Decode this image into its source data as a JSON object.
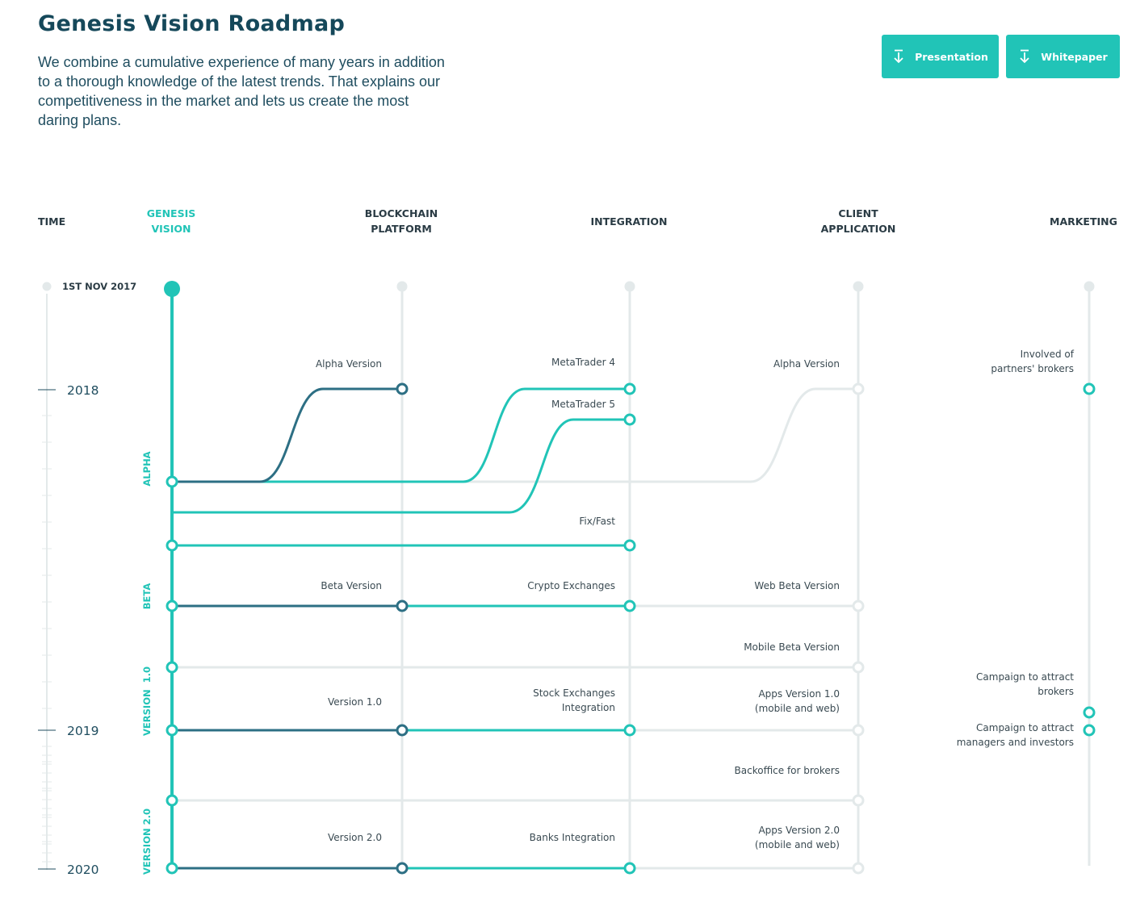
{
  "header": {
    "title": "Genesis Vision Roadmap",
    "intro": "We combine a cumulative experience of many years in addition to a thorough knowledge of the latest trends. That explains our competitiveness in the market and lets us create the most daring plans.",
    "buttons": [
      {
        "label": "Presentation",
        "icon": "download-icon"
      },
      {
        "label": "Whitepaper",
        "icon": "download-icon"
      }
    ]
  },
  "columns": {
    "time": "TIME",
    "genesis": [
      "GENESIS",
      "VISION"
    ],
    "blockchain": [
      "BLOCKCHAIN",
      "PLATFORM"
    ],
    "integration": "INTEGRATION",
    "client": [
      "CLIENT",
      "APPLICATION"
    ],
    "marketing": "MARKETING"
  },
  "colors": {
    "accent": "#21c4b7",
    "dark": "#2d6f84",
    "faint": "#e3e9ea",
    "text": "#1f4d5f"
  },
  "timeline": {
    "start_label": "1ST NOV 2017",
    "years": [
      "2018",
      "2019",
      "2020"
    ]
  },
  "phases": [
    "ALPHA",
    "BETA",
    "VERSION  1.0",
    "VERSION 2.0"
  ],
  "milestones": {
    "blockchain": [
      "Alpha Version",
      "Beta Version",
      "Version 1.0",
      "Version 2.0"
    ],
    "integration": [
      "MetaTrader 4",
      "MetaTrader 5",
      "Fix/Fast",
      "Crypto Exchanges",
      [
        "Stock Exchanges",
        "Integration"
      ],
      "Banks Integration"
    ],
    "client": [
      "Alpha Version",
      "Web Beta Version",
      "Mobile Beta Version",
      [
        "Apps Version 1.0",
        "(mobile and web)"
      ],
      "Backoffice for brokers",
      [
        "Apps Version 2.0",
        "(mobile and web)"
      ]
    ],
    "marketing": [
      [
        "Involved of",
        "partners' brokers"
      ],
      [
        "Campaign to attract",
        "brokers"
      ],
      [
        "Campaign to attract",
        "managers and investors"
      ]
    ]
  }
}
